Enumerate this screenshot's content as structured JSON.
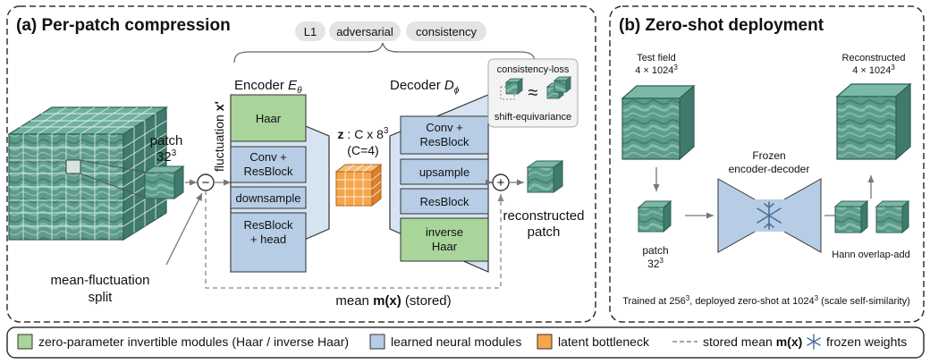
{
  "panel_a": {
    "title": "(a) Per-patch compression",
    "losses": [
      "L1",
      "adversarial",
      "consistency"
    ],
    "patch_label": "patch",
    "patch_size": "32",
    "patch_exp": "3",
    "fluctuation_label": "fluctuation ",
    "fluctuation_symbol": "x'",
    "encoder_label": "Encoder ",
    "encoder_symbol": "E",
    "encoder_sub": "θ",
    "decoder_label": "Decoder ",
    "decoder_symbol": "D",
    "decoder_sub": "ϕ",
    "encoder_blocks": [
      "Haar",
      "Conv +|ResBlock",
      "downsample",
      "ResBlock|+ head"
    ],
    "decoder_blocks": [
      "Conv +|ResBlock",
      "upsample",
      "ResBlock",
      "inverse|Haar"
    ],
    "latent_z": "z",
    "latent_shape": " : C x 8",
    "latent_exp": "3",
    "latent_c": "(C=4)",
    "consistency_title": "consistency-loss",
    "consistency_sub": "shift-equivariance",
    "approx_symbol": "≈",
    "minus_symbol": "−",
    "plus_symbol": "+",
    "recon_label": "reconstructed|patch",
    "split_label": "mean-fluctuation|split",
    "mean_prefix": "mean ",
    "mean_symbol": "m(x)",
    "mean_suffix": " (stored)"
  },
  "panel_b": {
    "title": "(b) Zero-shot deployment",
    "test_field_label": "Test field",
    "test_field_size": "4 × 1024",
    "test_field_exp": "3",
    "recon_label": "Reconstructed",
    "recon_size": "4 × 1024",
    "recon_exp": "3",
    "frozen_label": "Frozen|encoder-decoder",
    "patch_label": "patch",
    "patch_size": "32",
    "patch_exp": "3",
    "hann_label": "Hann overlap-add",
    "footer_a": "Trained at 256",
    "footer_a_exp": "3",
    "footer_b": ", deployed zero-shot at 1024",
    "footer_b_exp": "3",
    "footer_c": " (scale self-similarity)"
  },
  "legend": {
    "green": "zero-parameter invertible modules (Haar / inverse Haar)",
    "blue": "learned neural modules",
    "orange": "latent bottleneck",
    "dashed_prefix": "stored mean ",
    "dashed_symbol": "m(x)",
    "frozen": "frozen weights"
  },
  "colors": {
    "green_fill": "#a9d49a",
    "blue_fill": "#b7cde6",
    "orange_fill": "#f5a54a",
    "teal_cube": "#4f8f80",
    "panel_border": "#333333",
    "pill_fill": "#e4e4e4"
  },
  "icons": [
    "minus-circle-icon",
    "plus-circle-icon",
    "snowflake-icon",
    "approx-icon"
  ]
}
